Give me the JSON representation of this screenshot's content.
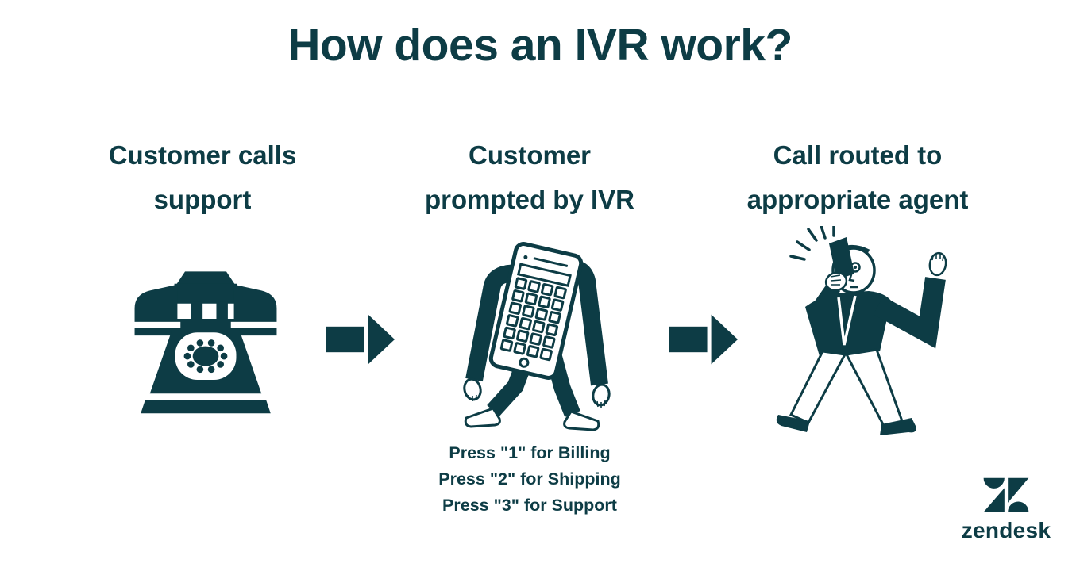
{
  "colors": {
    "ink": "#0d3c45",
    "background": "#ffffff"
  },
  "title": "How does an IVR work?",
  "steps": [
    {
      "heading": "Customer calls\nsupport",
      "illustration": "rotary-telephone-illustration"
    },
    {
      "heading": "Customer\nprompted by IVR",
      "illustration": "ivr-phone-person-illustration",
      "ivr_menu": [
        "Press \"1\" for Billing",
        "Press \"2\" for Shipping",
        "Press \"3\" for Support"
      ]
    },
    {
      "heading": "Call routed to\nappropriate agent",
      "illustration": "agent-on-phone-illustration"
    }
  ],
  "connectors": [
    {
      "icon": "arrow-right-icon"
    },
    {
      "icon": "arrow-right-icon"
    }
  ],
  "brand": {
    "logo_icon": "zendesk-logo-icon",
    "wordmark": "zendesk"
  }
}
